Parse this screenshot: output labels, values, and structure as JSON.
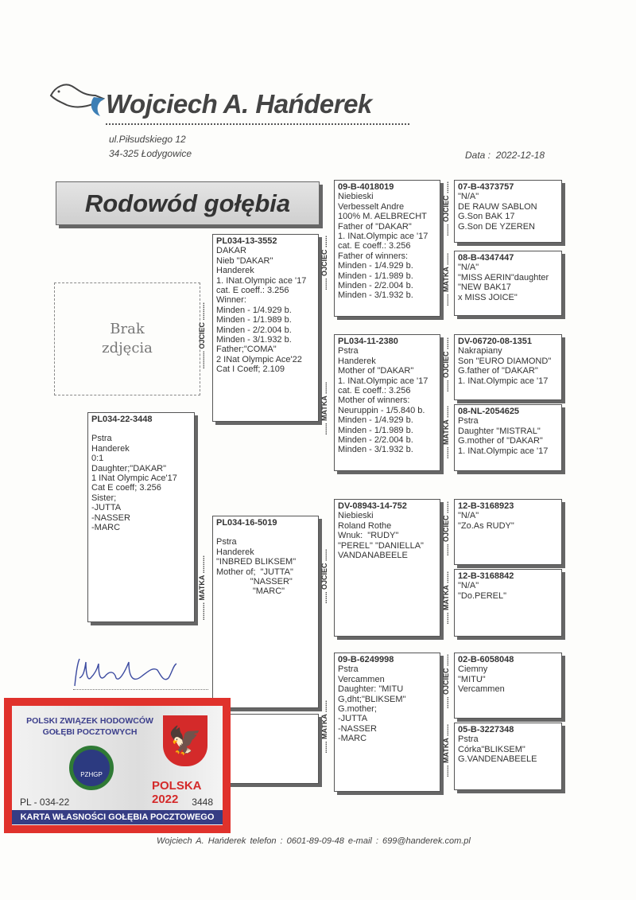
{
  "header": {
    "breeder_name": "Wojciech A. Hańderek",
    "address_line1": "ul.Piłsudskiego 12",
    "address_line2": "34-325 Łodygowice",
    "date_label": "Data :",
    "date_value": "2022-12-18"
  },
  "title": "Rodowód gołębia",
  "photo_placeholder": [
    "Brak",
    "zdjęcia"
  ],
  "labels": {
    "father": "......... OJCIEC .........",
    "mother": "......... MATKA .........",
    "father_short": "...... OJCIEC ......",
    "mother_short": "...... MATKA ......"
  },
  "pigeons": {
    "subject": [
      "PL034-22-3448",
      "",
      "Pstra",
      "Handerek",
      "0:1",
      "Daughter;\"DAKAR\"",
      "1 INat Olympic Ace'17",
      "Cat E coeff; 3.256",
      "Sister;",
      "-JUTTA",
      "-NASSER",
      "-MARC"
    ],
    "sire": [
      "PL034-13-3552",
      "DAKAR",
      "Nieb \"DAKAR\"",
      "Handerek",
      "1. INat.Olympic ace '17",
      "cat. E coeff.: 3.256",
      "Winner:",
      "Minden - 1/4.929 b.",
      "Minden - 1/1.989 b.",
      "Minden - 2/2.004 b.",
      "Minden - 3/1.932 b.",
      "Father;\"COMA\"",
      "2 INat Olympic Ace'22",
      "Cat I Coeff; 2.109"
    ],
    "dam": [
      "PL034-16-5019",
      "",
      "Pstra",
      "Handerek",
      "\"INBRED BLIKSEM\"",
      "Mother of;  \"JUTTA\"",
      "              \"NASSER\"",
      "               \"MARC\""
    ],
    "sire_sire": [
      "09-B-4018019",
      "Niebieski",
      "Verbesselt Andre",
      "100% M. AELBRECHT",
      "Father of \"DAKAR\"",
      "1. INat.Olympic ace '17",
      "cat. E coeff.: 3.256",
      "Father of winners:",
      "Minden - 1/4.929 b.",
      "Minden - 1/1.989 b.",
      "Minden - 2/2.004 b.",
      "Minden - 3/1.932 b."
    ],
    "sire_dam": [
      "PL034-11-2380",
      "Pstra",
      "Handerek",
      "Mother of \"DAKAR\"",
      "1. INat.Olympic ace '17",
      "cat. E coeff.: 3.256",
      "Mother of winners:",
      "Neuruppin - 1/5.840 b.",
      "Minden - 1/4.929 b.",
      "Minden - 1/1.989 b.",
      "Minden - 2/2.004 b.",
      "Minden - 3/1.932 b."
    ],
    "dam_sire": [
      "DV-08943-14-752",
      "Niebieski",
      "Roland Rothe",
      "Wnuk:  \"RUDY\"",
      "\"PEREL\" \"DANIELLA\"",
      "VANDANABEELE"
    ],
    "dam_dam": [
      "09-B-6249998",
      "Pstra",
      "Vercammen",
      "Daughter: \"MITU",
      "G,dht;\"BLIKSEM\"",
      "G.mother;",
      "-JUTTA",
      "-NASSER",
      "-MARC"
    ],
    "ss_sire": [
      "07-B-4373757",
      "\"N/A\"",
      "DE RAUW SABLON",
      "G.Son BAK 17",
      "G.Son DE YZEREN"
    ],
    "ss_dam": [
      "08-B-4347447",
      "\"N/A\"",
      "\"MISS AERIN\"daughter",
      "\"NEW BAK17",
      "x MISS JOICE\""
    ],
    "sd_sire": [
      "DV-06720-08-1351",
      "Nakrapiany",
      "Son \"EURO DIAMOND\"",
      "G.father of \"DAKAR\"",
      "1. INat.Olympic ace '17"
    ],
    "sd_dam": [
      "08-NL-2054625",
      "Pstra",
      "Daughter \"MISTRAL\"",
      "G.mother of \"DAKAR\"",
      "1. INat.Olympic ace '17"
    ],
    "ds_sire": [
      "12-B-3168923",
      "\"N/A\"",
      "\"Zo.As RUDY\""
    ],
    "ds_dam": [
      "12-B-3168842",
      "\"N/A\"",
      "\"Do.PEREL\""
    ],
    "dd_sire": [
      "02-B-6058048",
      "Ciemny",
      "\"MITU\"",
      "Vercammen"
    ],
    "dd_dam": [
      "05-B-3227348",
      "Pstra",
      "Córka\"BLIKSEM\"",
      "G.VANDENABEELE"
    ]
  },
  "ownership_card": {
    "org_line1": "POLSKI ZWIĄZEK HODOWCÓW",
    "org_line2": "GOŁĘBI POCZTOWYCH",
    "logo_text": "PZHGP",
    "country_year": "POLSKA 2022",
    "ring_prefix": "PL - 034-22",
    "ring_number": "3448",
    "card_title": "KARTA WŁASNOŚCI GOŁĘBIA POCZTOWEGO"
  },
  "footer": "Wojciech A. Hańderek   telefon : 0601-89-09-48   e-mail : 699@handerek.com.pl"
}
